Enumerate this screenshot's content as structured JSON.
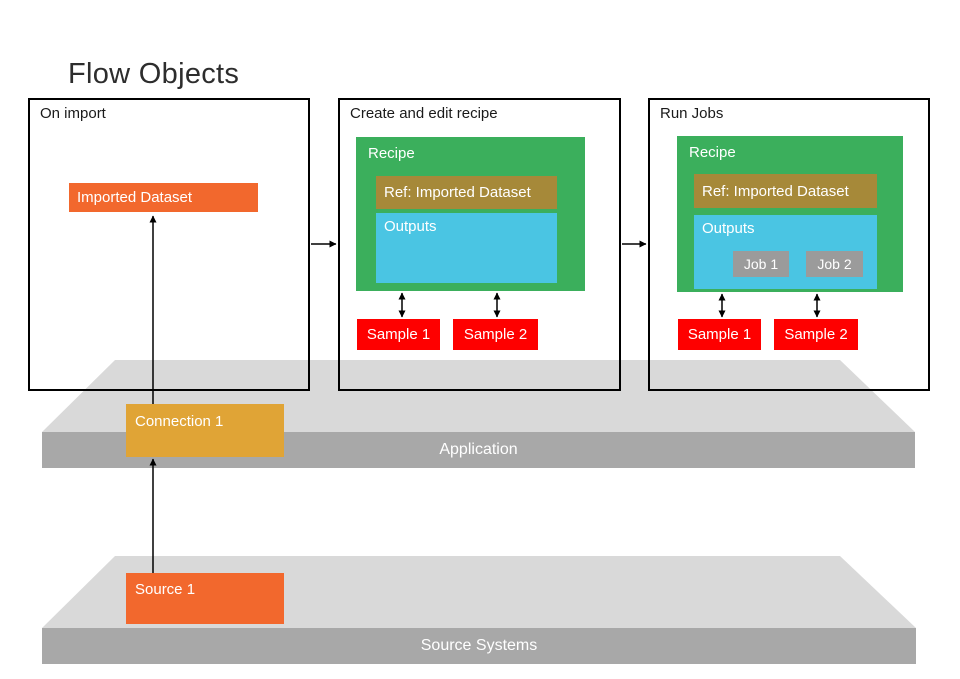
{
  "title": "Flow Objects",
  "colors": {
    "orange": "#F2682D",
    "green": "#3BAF5C",
    "cyan": "#4AC5E3",
    "olive": "#A68939",
    "red": "#FE0000",
    "job_gray": "#9B9B9B",
    "gold": "#E0A436",
    "platform_top": "#D9D9D9",
    "platform_front": "#A8A8A8",
    "panel_border": "#000000",
    "arrow": "#000000",
    "title_text": "#2D2D2D",
    "box_text": "#FFFFFF"
  },
  "panels": {
    "on_import": {
      "label": "On import",
      "imported_dataset": "Imported Dataset"
    },
    "create_edit_recipe": {
      "label": "Create and edit recipe",
      "recipe_label": "Recipe",
      "ref_label": "Ref: Imported Dataset",
      "outputs_label": "Outputs",
      "sample1": "Sample 1",
      "sample2": "Sample 2"
    },
    "run_jobs": {
      "label": "Run Jobs",
      "recipe_label": "Recipe",
      "ref_label": "Ref: Imported Dataset",
      "outputs_label": "Outputs",
      "job1": "Job 1",
      "job2": "Job 2",
      "sample1": "Sample 1",
      "sample2": "Sample 2"
    }
  },
  "application_layer": {
    "label": "Application",
    "connection": "Connection 1"
  },
  "source_layer": {
    "label": "Source Systems",
    "source": "Source 1"
  }
}
